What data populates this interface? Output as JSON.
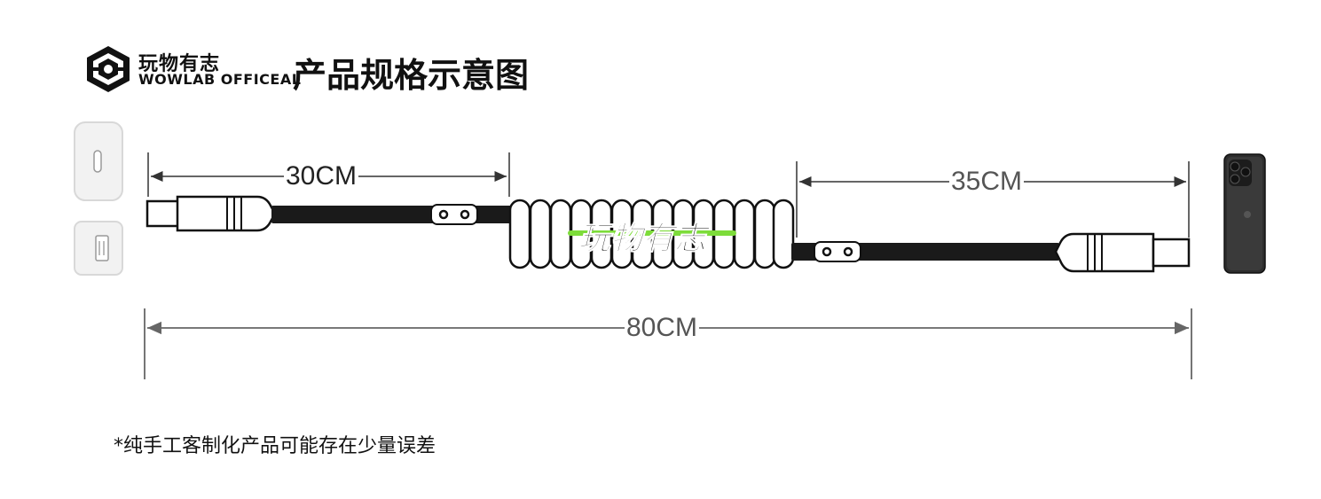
{
  "brand": {
    "name_cn": "玩物有志",
    "name_en": "WOWLAB OFFICEAL"
  },
  "title": "产品规格示意图",
  "watermark": "玩物有志",
  "dimensions": {
    "left_segment": "30CM",
    "right_segment": "35CM",
    "total": "80CM"
  },
  "footnote": "*纯手工客制化产品可能存在少量误差",
  "colors": {
    "cable": "#1a1a1a",
    "watermark_accent": "#7ddc3a",
    "dimension_line": "#333333",
    "phone": "#2a2a2a"
  },
  "icons": {
    "logo": "hexagon-logo-icon",
    "usb_c_port": "usb-c-port-icon",
    "usb_a_port": "usb-a-port-icon",
    "phone": "phone-icon"
  }
}
